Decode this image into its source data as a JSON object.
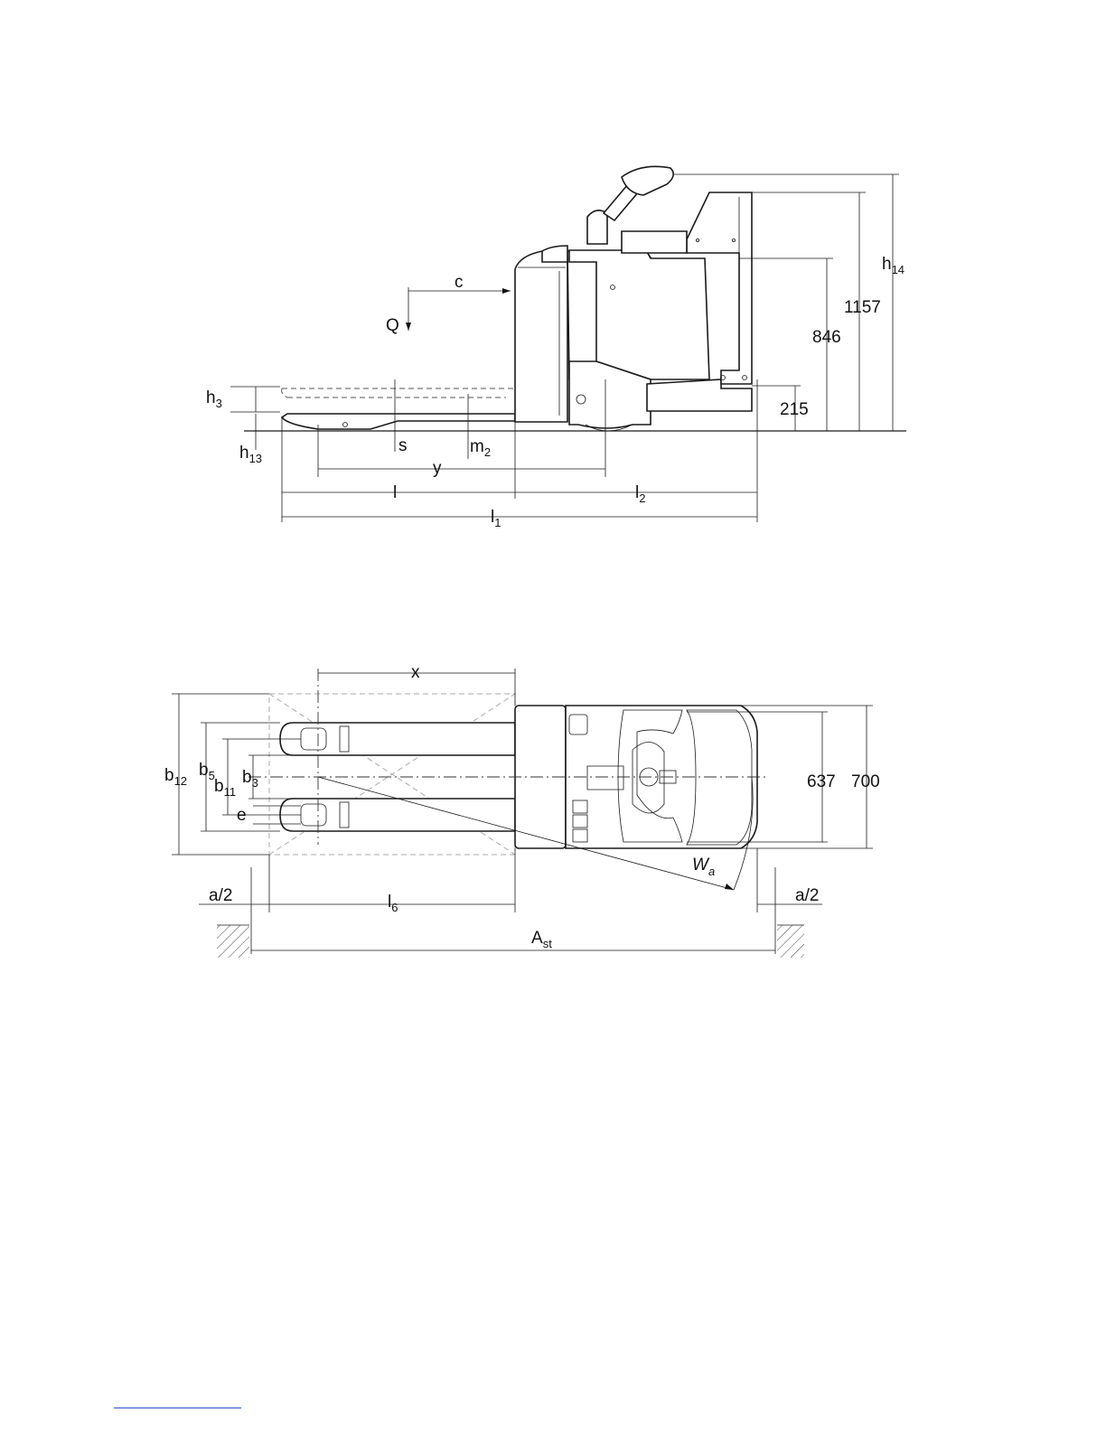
{
  "side_view": {
    "labels": {
      "c": "c",
      "Q": "Q",
      "h3": "h",
      "h3_sub": "3",
      "h13": "h",
      "h13_sub": "13",
      "h14": "h",
      "h14_sub": "14",
      "s": "s",
      "m2": "m",
      "m2_sub": "2",
      "y": "y",
      "l": "l",
      "l2": "l",
      "l2_sub": "2",
      "l1": "l",
      "l1_sub": "1"
    },
    "dimensions": {
      "d1157": "1157",
      "d846": "846",
      "d215": "215"
    }
  },
  "top_view": {
    "labels": {
      "x": "x",
      "b12": "b",
      "b12_sub": "12",
      "b5": "b",
      "b5_sub": "5",
      "b11": "b",
      "b11_sub": "11",
      "b3": "b",
      "b3_sub": "3",
      "e": "e",
      "Wa": "W",
      "Wa_sub": "a",
      "a2_left": "a/2",
      "a2_right": "a/2",
      "l6": "l",
      "l6_sub": "6",
      "Ast": "A",
      "Ast_sub": "st"
    },
    "dimensions": {
      "d637": "637",
      "d700": "700"
    }
  }
}
